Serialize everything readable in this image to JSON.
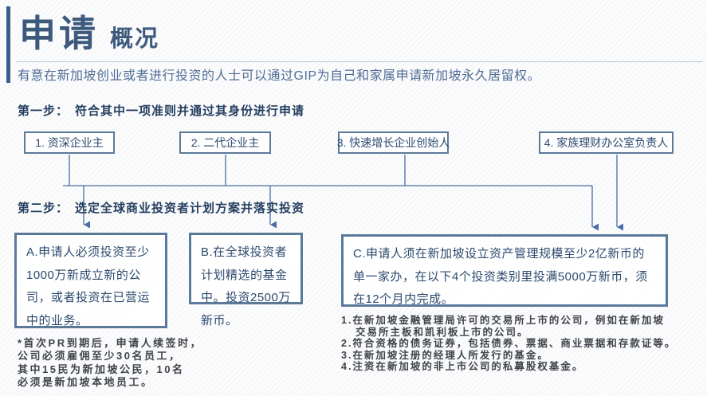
{
  "page": {
    "title": "申请",
    "title_suffix": "概况",
    "subtitle": "有意在新加坡创业或者进行投资的人士可以通过GIP为自己和家属申请新加坡永久居留权。"
  },
  "step1": {
    "label": "第一步：",
    "heading": "符合其中一项准则并通过其身份进行申请",
    "options": [
      "1. 资深企业主",
      "2. 二代企业主",
      "3. 快速增长企业创始人",
      "4. 家族理财办公室负责人"
    ]
  },
  "step2": {
    "label": "第二步：",
    "heading": "选定全球商业投资者计划方案并落实投资",
    "plans": [
      "A.申请人必须投资至少1000万新成立新的公司，或者投资在已营运中的业务。",
      "B.在全球投资者计划精选的基金中。投资2500万新币。",
      "C.申请人须在新加坡设立资产管理规模至少2亿新币的单一家办，在以下4个投资类别里投满5000万新币，须在12个月内完成。"
    ]
  },
  "footnote": {
    "lines": [
      "*首次PR到期后，申请人续签时，",
      "公司必须雇佣至少30名员工，",
      "其中15民为新加坡公民，10名",
      "必须是新加坡本地员工。"
    ]
  },
  "investment_categories": {
    "lines": [
      "1.在新加坡金融管理局许可的交易所上市的公司，例如在新加坡",
      "交易所主板和凯利板上市的公司。",
      "2.符合资格的债务证券，包括债券、票据、商业票据和存款证等。",
      "3.在新加坡注册的经理人所发行的基金。",
      "4.注资在新加坡的非上市公司的私募股权基金。"
    ]
  },
  "colors": {
    "accent_bar": "#35608e",
    "title_text": "#3d5a7d",
    "subtitle_text": "#4e6d96",
    "step_label_text": "#243f60",
    "box_border": "#5b7a99",
    "box_text": "#2c4a6e",
    "connector_line": "#4a6da7",
    "note_text": "#3f444b"
  }
}
